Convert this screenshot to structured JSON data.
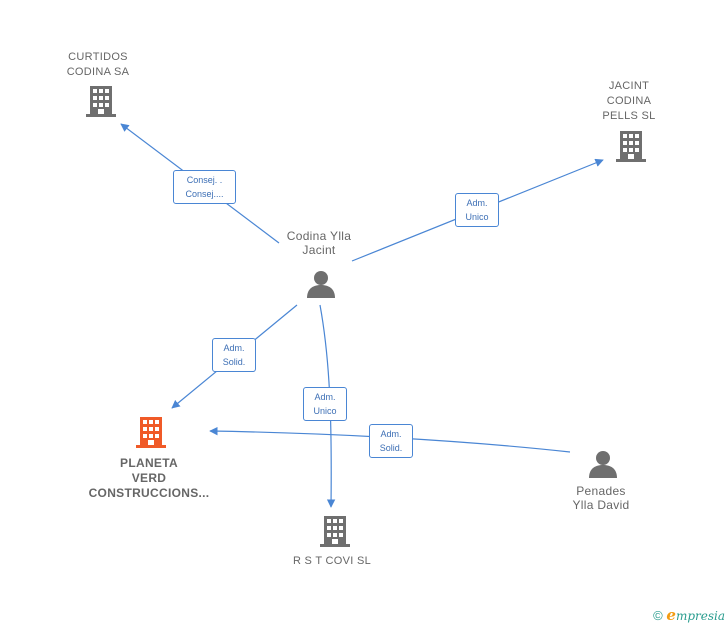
{
  "colors": {
    "edge": "#4a86d4",
    "node_gray": "#6f6f6f",
    "node_main": "#f05a28",
    "label_text": "#666666",
    "edge_label_text": "#3d6fb5"
  },
  "nodes": {
    "curtidos": {
      "icon": "building-icon",
      "lines": [
        "CURTIDOS",
        "CODINA SA"
      ]
    },
    "jacint": {
      "icon": "building-icon",
      "lines": [
        "JACINT",
        "CODINA",
        "PELLS SL"
      ]
    },
    "codina": {
      "icon": "person-icon",
      "lines": [
        "Codina Ylla",
        "Jacint"
      ]
    },
    "planeta": {
      "icon": "building-icon",
      "lines": [
        "PLANETA",
        "VERD",
        "CONSTRUCCIONS..."
      ]
    },
    "rst": {
      "icon": "building-icon",
      "lines": [
        "R S T COVI SL"
      ]
    },
    "penades": {
      "icon": "person-icon",
      "lines": [
        "Penades",
        "Ylla David"
      ]
    }
  },
  "edges": {
    "to_curtidos": {
      "lines": [
        "Consej. .",
        "Consej...."
      ]
    },
    "to_jacint": {
      "lines": [
        "Adm.",
        "Unico"
      ]
    },
    "to_planeta": {
      "lines": [
        "Adm.",
        "Solid."
      ]
    },
    "to_rst": {
      "lines": [
        "Adm.",
        "Unico"
      ]
    },
    "penades_to_planeta": {
      "lines": [
        "Adm.",
        "Solid."
      ]
    }
  },
  "footer": {
    "copyright": "©",
    "brand_initial": "e",
    "brand_rest": "mpresia"
  }
}
